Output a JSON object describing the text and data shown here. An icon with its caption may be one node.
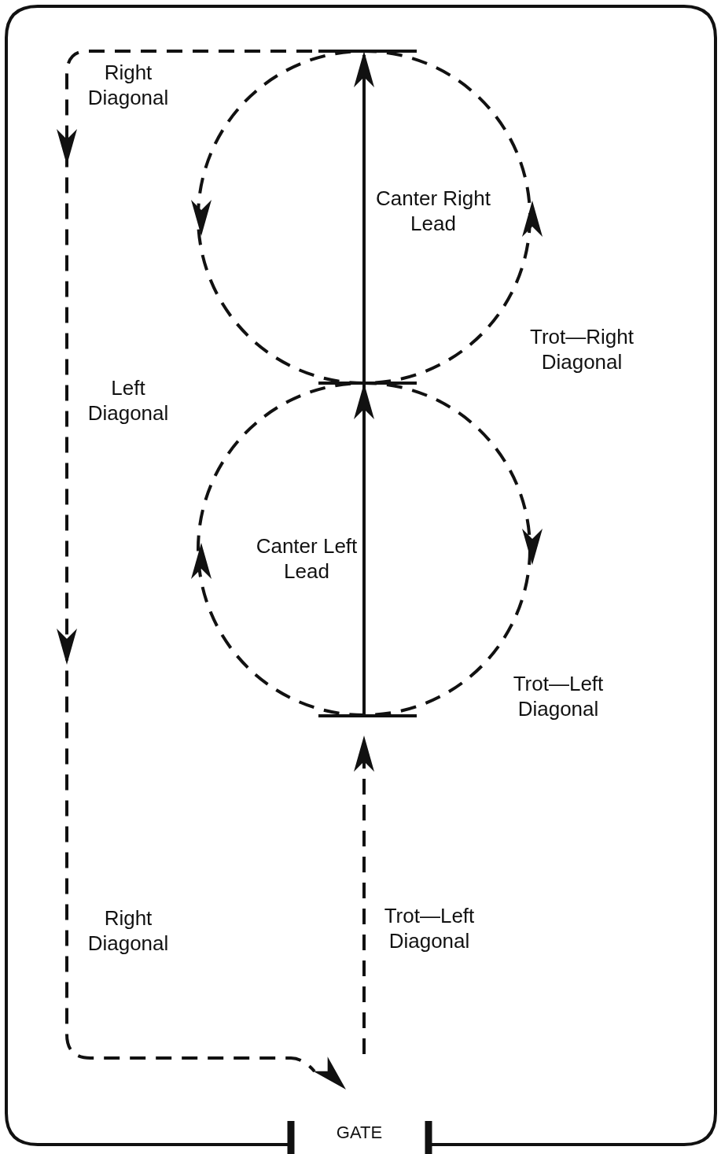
{
  "diagram": {
    "labels": [
      "Right Diagonal",
      "Canter Right Lead",
      "Trot—Right Diagonal",
      "Left Diagonal",
      "Canter Left Lead",
      "Trot—Left Diagonal",
      "Right Diagonal",
      "Trot—Left Diagonal",
      "GATE"
    ]
  }
}
